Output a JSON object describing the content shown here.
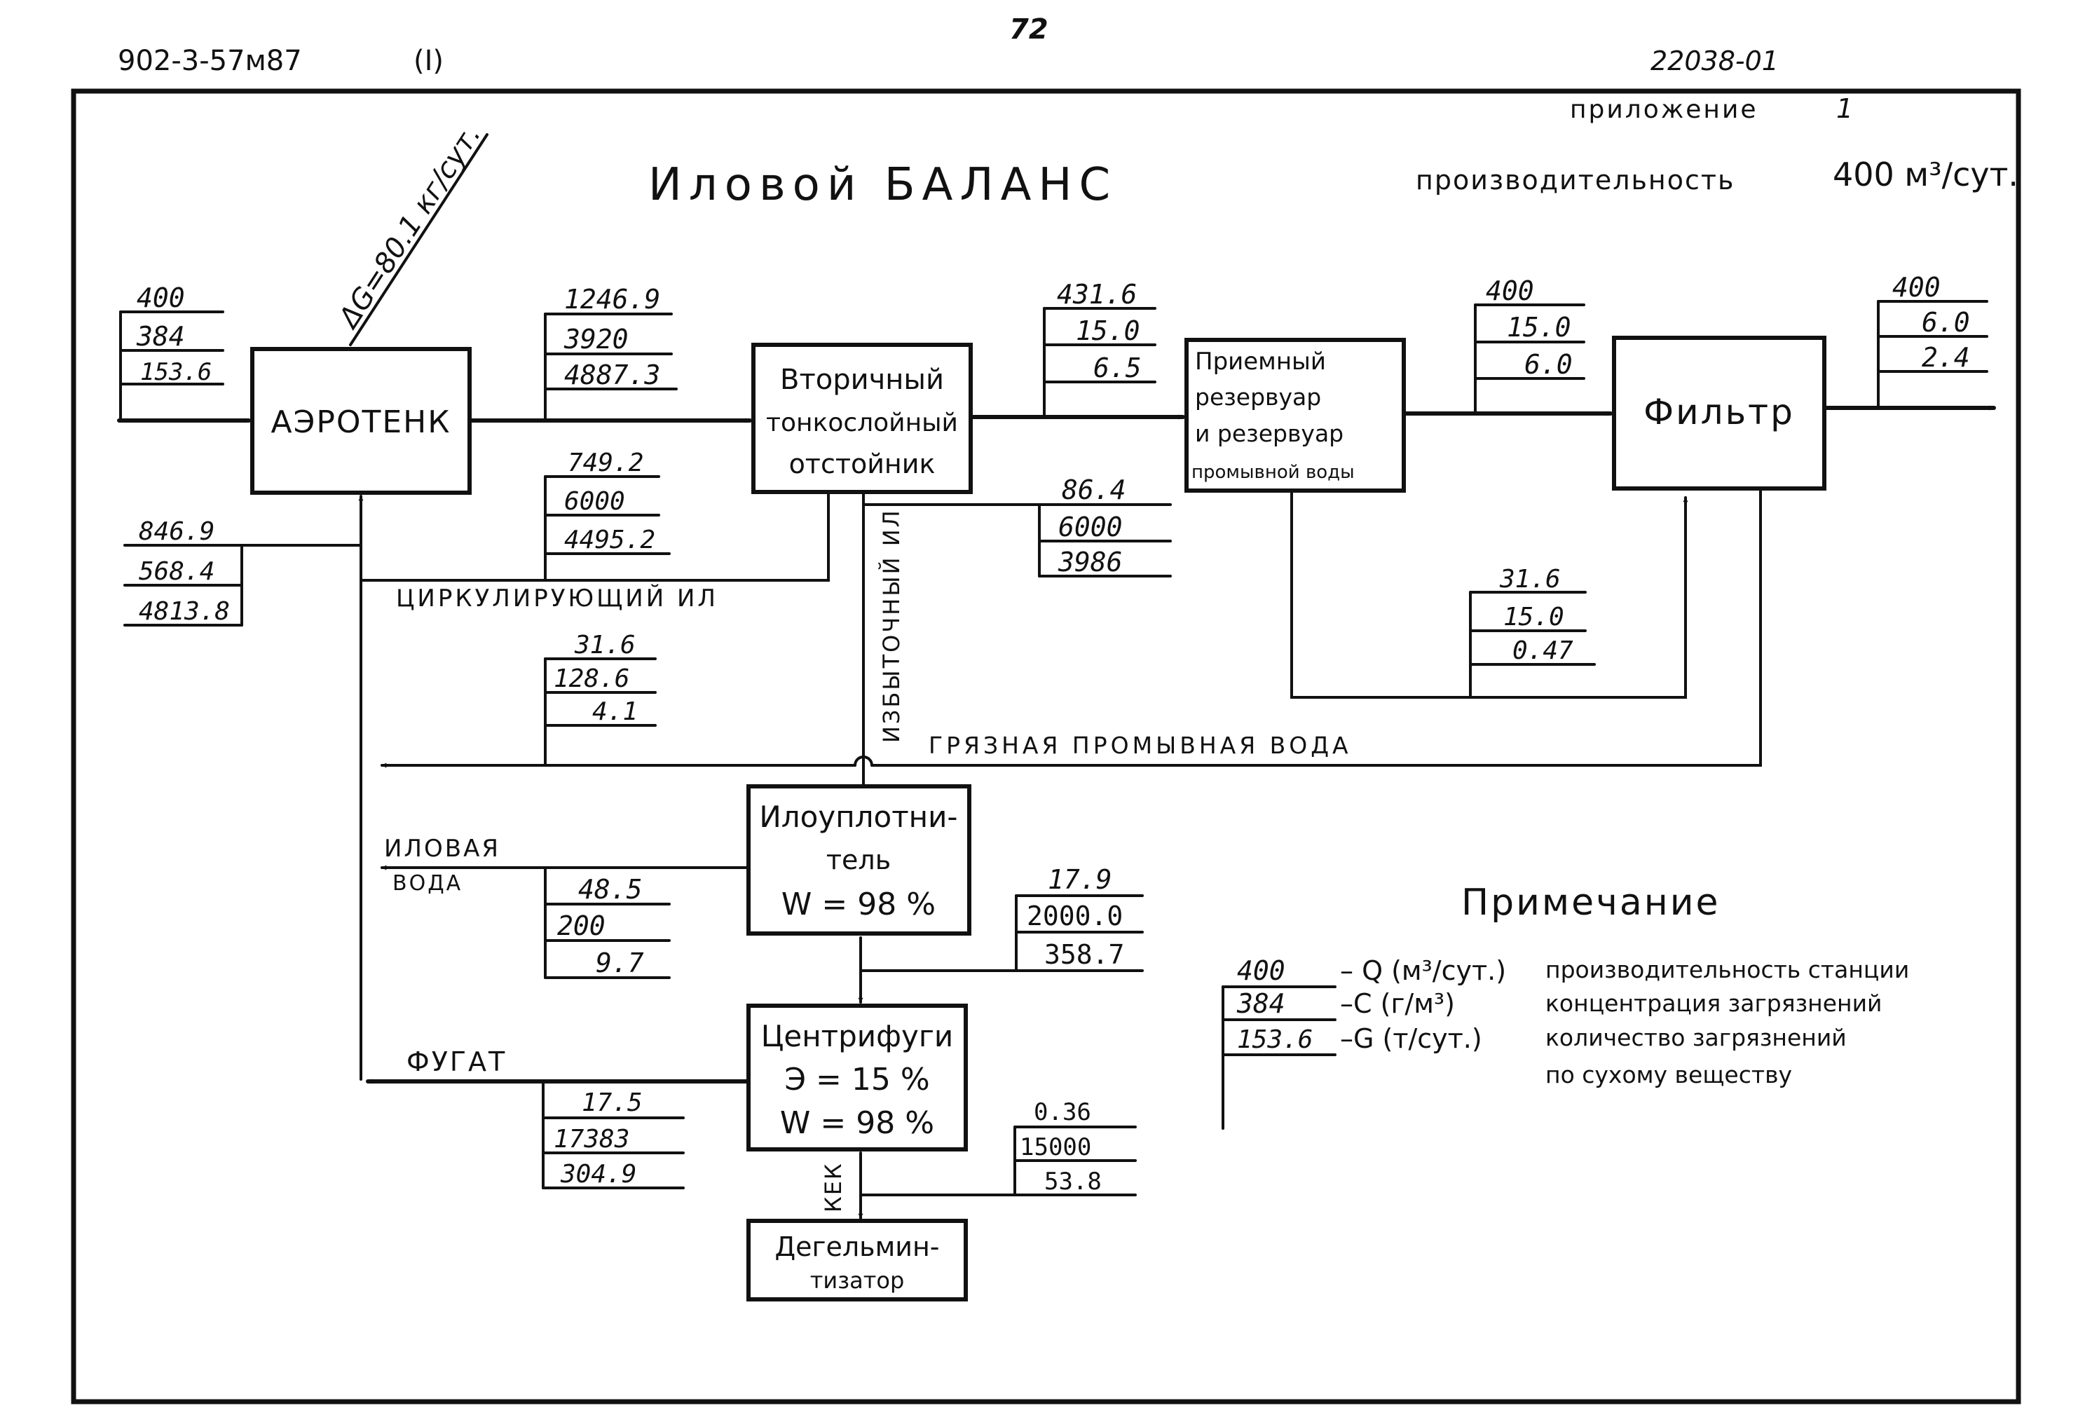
{
  "header": {
    "doc_code": "902-3-57м87",
    "volume": "(I)",
    "page_number": "72",
    "sheet_code": "22038-01",
    "appendix": "приложение",
    "appendix_no": "1"
  },
  "title": "Иловой БАЛАНС",
  "capacity": {
    "label": "производительность",
    "value": "400 м³/сут."
  },
  "delta_g": "ΔG=80.1 кг/сут.",
  "blocks": {
    "aerotank": "АЭРОТЕНК",
    "settler": [
      "Вторичный",
      "тонкослойный",
      "отстойник"
    ],
    "reservoir": [
      "Приемный",
      "резервуар",
      "и резервуар",
      "промывной воды"
    ],
    "filter": "Фильтр",
    "thickener": [
      "Илоуплотни-",
      "тель",
      "W = 98 %"
    ],
    "centrifuge": [
      "Центрифуги",
      "Э = 15 %",
      "W = 98 %"
    ],
    "degelminthizer": [
      "Дегельмин-",
      "тизатор"
    ]
  },
  "labels": {
    "circulating": "ЦИРКУЛИРУЮЩИЙ ИЛ",
    "excess": "ИЗБЫТОЧНЫЙ ИЛ",
    "dirty_wash": "ГРЯЗНАЯ ПРОМЫВНАЯ ВОДА",
    "sludge_water": [
      "ИЛОВАЯ",
      "ВОДА"
    ],
    "fugat": "ФУГАТ",
    "cake": "КЕК"
  },
  "flows": {
    "inflow": [
      "400",
      "384",
      "153.6"
    ],
    "aero_out": [
      "1246.9",
      "3920",
      "4887.3"
    ],
    "settler_out": [
      "431.6",
      "15.0",
      "6.5"
    ],
    "reservoir_out": [
      "400",
      "15.0",
      "6.0"
    ],
    "filter_out": [
      "400",
      "6.0",
      "2.4"
    ],
    "circulating": [
      "749.2",
      "6000",
      "4495.2"
    ],
    "excess": [
      "86.4",
      "6000",
      "3986"
    ],
    "aero_return": [
      "846.9",
      "568.4",
      "4813.8"
    ],
    "dirty_wash": [
      "31.6",
      "128.6",
      "4.1"
    ],
    "wash_water": [
      "31.6",
      "15.0",
      "0.47"
    ],
    "sludge_water": [
      "48.5",
      "200",
      "9.7"
    ],
    "thickener_out": [
      "17.9",
      "2000.0",
      "358.7"
    ],
    "fugat": [
      "17.5",
      "17383",
      "304.9"
    ],
    "cake": [
      "0.36",
      "15000",
      "53.8"
    ]
  },
  "note": {
    "title": "Примечание",
    "rows": [
      {
        "value": "400",
        "symbol": "– Q (м³/сут.)",
        "text": "производительность станции"
      },
      {
        "value": "384",
        "symbol": "–C (г/м³)",
        "text": "концентрация загрязнений"
      },
      {
        "value": "153.6",
        "symbol": "–G (т/сут.)",
        "text": "количество загрязнений"
      }
    ],
    "extra": "по сухому веществу"
  }
}
